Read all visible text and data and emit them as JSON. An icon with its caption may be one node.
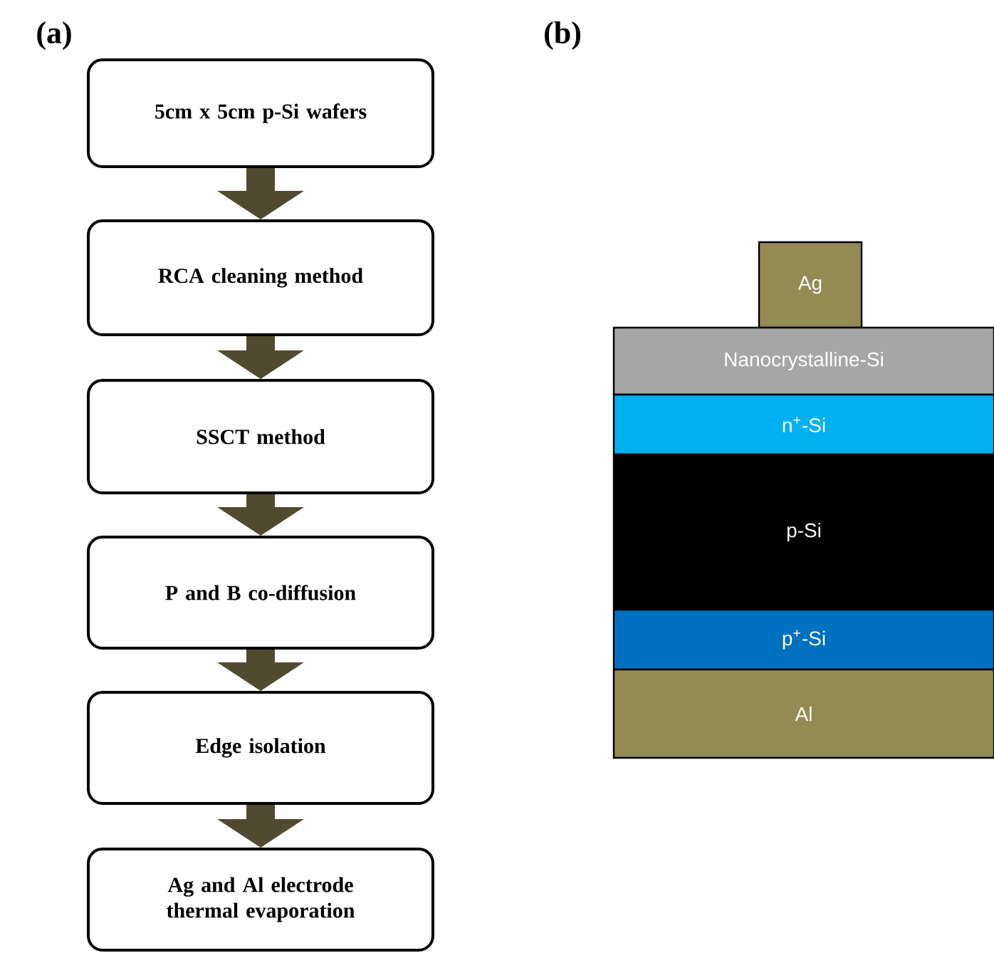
{
  "diagram": {
    "nodes": [
      {
        "text": [
          "5cm x 5cm p-Si wafers"
        ]
      },
      {
        "text": [
          "RCA cleaning method"
        ]
      },
      {
        "text": [
          "SSCT method"
        ]
      },
      {
        "text": [
          "P and B co-diffusion"
        ]
      },
      {
        "text": [
          "Edge isolation"
        ]
      },
      {
        "text": [
          "Ag and Al electrode thermal evaporation"
        ]
      },
      {
        "text": [
          "Ag"
        ]
      },
      {
        "text": [
          "Nanocrystalline-Si"
        ]
      },
      {
        "text": [
          "n$^{+}$-Si"
        ]
      },
      {
        "text": [
          "p-Si"
        ]
      },
      {
        "text": [
          "p$^{+}$-Si"
        ]
      },
      {
        "text": [
          "Al"
        ]
      }
    ],
    "edges": [
      {
        "from": 0,
        "to": 1,
        "arrow": "to"
      },
      {
        "from": 1,
        "to": 2,
        "arrow": "to"
      },
      {
        "from": 2,
        "to": 3,
        "arrow": "to"
      },
      {
        "from": 3,
        "to": 4,
        "arrow": "to"
      },
      {
        "from": 4,
        "to": 5,
        "arrow": "to"
      }
    ],
    "labels": [
      "(a)",
      "(b)"
    ]
  }
}
